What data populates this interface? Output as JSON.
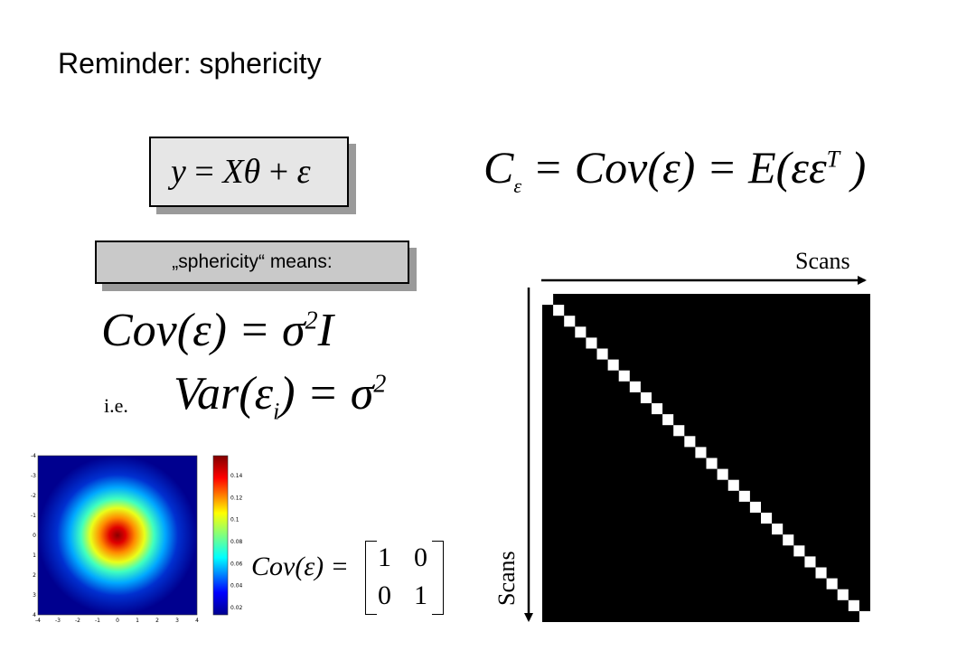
{
  "slide": {
    "title": "Reminder: sphericity",
    "model_eq": {
      "lhs": "y",
      "eq": " = ",
      "X": "X",
      "theta": "θ",
      "plus": " + ",
      "eps": "ε"
    },
    "cov_def": {
      "C": "C",
      "sub": "ε",
      "part1": " = Cov(",
      "eps": "ε",
      "part2": ") = E(",
      "epsep": "εε",
      "sup": "T",
      "part3": " )"
    },
    "sphericity_label": "„sphericity“ means:",
    "cov_sigma": {
      "part1": "Cov(",
      "eps": "ε",
      "part2": ") = σ",
      "sup": "2",
      "I": "I"
    },
    "ie_label": "i.e.",
    "var_eq": {
      "part1": "Var(",
      "eps": "ε",
      "sub": "i",
      "part2": ") = σ",
      "sup": "2"
    },
    "matrix_eq": {
      "lhs": "Cov(ε) =",
      "m11": "1",
      "m12": "0",
      "m21": "0",
      "m22": "1"
    },
    "axis_top": "Scans",
    "axis_left": "Scans",
    "heatmap": {
      "x_ticks": [
        "-4",
        "-3",
        "-2",
        "-1",
        "0",
        "1",
        "2",
        "3",
        "4"
      ],
      "y_ticks": [
        "-4",
        "-3",
        "-2",
        "-1",
        "0",
        "1",
        "2",
        "3",
        "4"
      ],
      "colorbar_ticks": [
        "0.14",
        "0.12",
        "0.1",
        "0.08",
        "0.06",
        "0.04",
        "0.02"
      ]
    },
    "identity_matrix": {
      "size": 30,
      "background": "#000000",
      "diagonal": "#ffffff"
    }
  }
}
